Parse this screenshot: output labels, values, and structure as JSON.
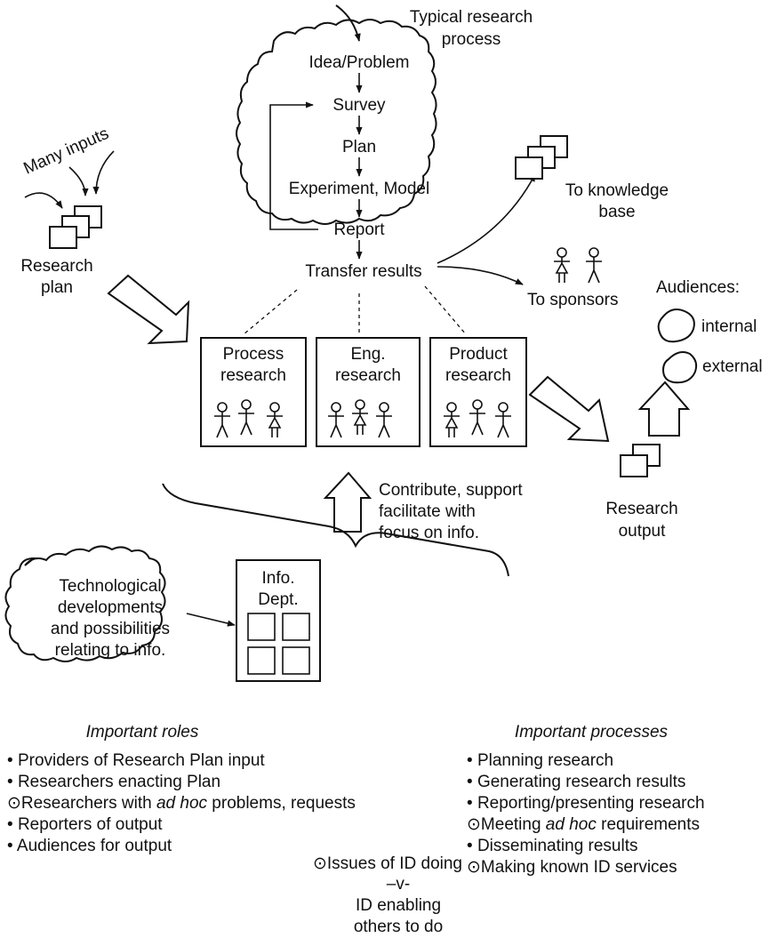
{
  "process": {
    "title": [
      "Typical research",
      "process"
    ],
    "steps": [
      "Idea/Problem",
      "Survey",
      "Plan",
      "Experiment, Model",
      "Report",
      "Transfer results"
    ]
  },
  "inputs": {
    "many_inputs": "Many inputs",
    "research_plan": [
      "Research",
      "plan"
    ]
  },
  "outputs": {
    "knowledge_base": [
      "To knowledge",
      "base"
    ],
    "sponsors": "To sponsors",
    "audiences_title": "Audiences:",
    "audience_internal": "internal",
    "audience_external": "external",
    "research_output": [
      "Research",
      "output"
    ]
  },
  "departments": [
    {
      "lines": [
        "Process",
        "research"
      ]
    },
    {
      "lines": [
        "Eng.",
        "research"
      ]
    },
    {
      "lines": [
        "Product",
        "research"
      ]
    }
  ],
  "support": {
    "text": [
      "Contribute, support",
      "facilitate with",
      "focus on info."
    ]
  },
  "tech": {
    "text": [
      "Technological",
      "developments",
      "and possibilities",
      "relating to info."
    ]
  },
  "info_dept": {
    "text": [
      "Info.",
      "Dept."
    ]
  },
  "roles": {
    "heading": "Important roles",
    "items": [
      {
        "marker": "•",
        "text": "Providers of Research Plan input"
      },
      {
        "marker": "•",
        "text": "Researchers enacting Plan"
      },
      {
        "marker": "⊙",
        "pre": "Researchers with ",
        "em": "ad hoc",
        "post": " problems, requests"
      },
      {
        "marker": "•",
        "text": "Reporters of output"
      },
      {
        "marker": "•",
        "text": "Audiences for output"
      }
    ]
  },
  "processes": {
    "heading": "Important processes",
    "items": [
      {
        "marker": "•",
        "text": "Planning research"
      },
      {
        "marker": "•",
        "text": "Generating research results"
      },
      {
        "marker": "•",
        "text": "Reporting/presenting research"
      },
      {
        "marker": "⊙",
        "pre": "Meeting ",
        "em": "ad hoc",
        "post": " requirements"
      },
      {
        "marker": "•",
        "text": "Disseminating results"
      },
      {
        "marker": "⊙",
        "text": "Making known ID services"
      }
    ]
  },
  "issues": {
    "marker": "⊙",
    "lines": [
      "Issues of ID doing",
      "–v-",
      "ID enabling",
      "others to do"
    ]
  }
}
